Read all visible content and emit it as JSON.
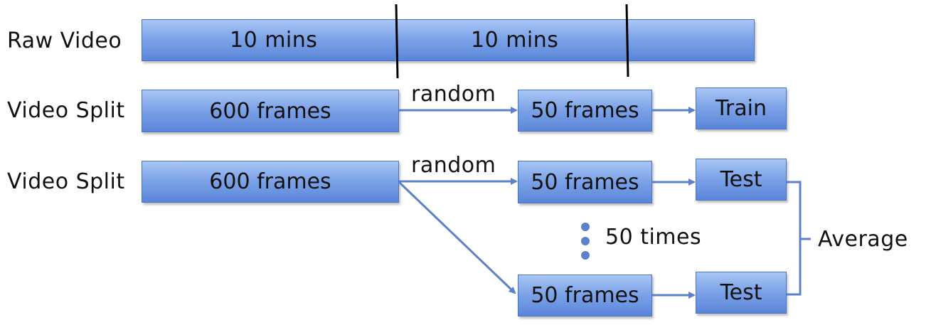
{
  "rows": {
    "raw_video": {
      "label": "Raw Video",
      "segments": [
        "10 mins",
        "10 mins"
      ]
    },
    "split_train": {
      "label": "Video Split",
      "source": "600 frames",
      "edge": "random",
      "sample": "50 frames",
      "target": "Train"
    },
    "split_test": {
      "label": "Video Split",
      "source": "600 frames",
      "edge": "random",
      "sample_top": "50 frames",
      "sample_bottom": "50 frames",
      "target_top": "Test",
      "target_bottom": "Test",
      "repeat": "50 times",
      "aggregate": "Average"
    }
  },
  "colors": {
    "box_fill": "#7ea4e8",
    "box_border": "#4a74c4",
    "arrow": "#5b82c8",
    "divider": "#000000"
  }
}
